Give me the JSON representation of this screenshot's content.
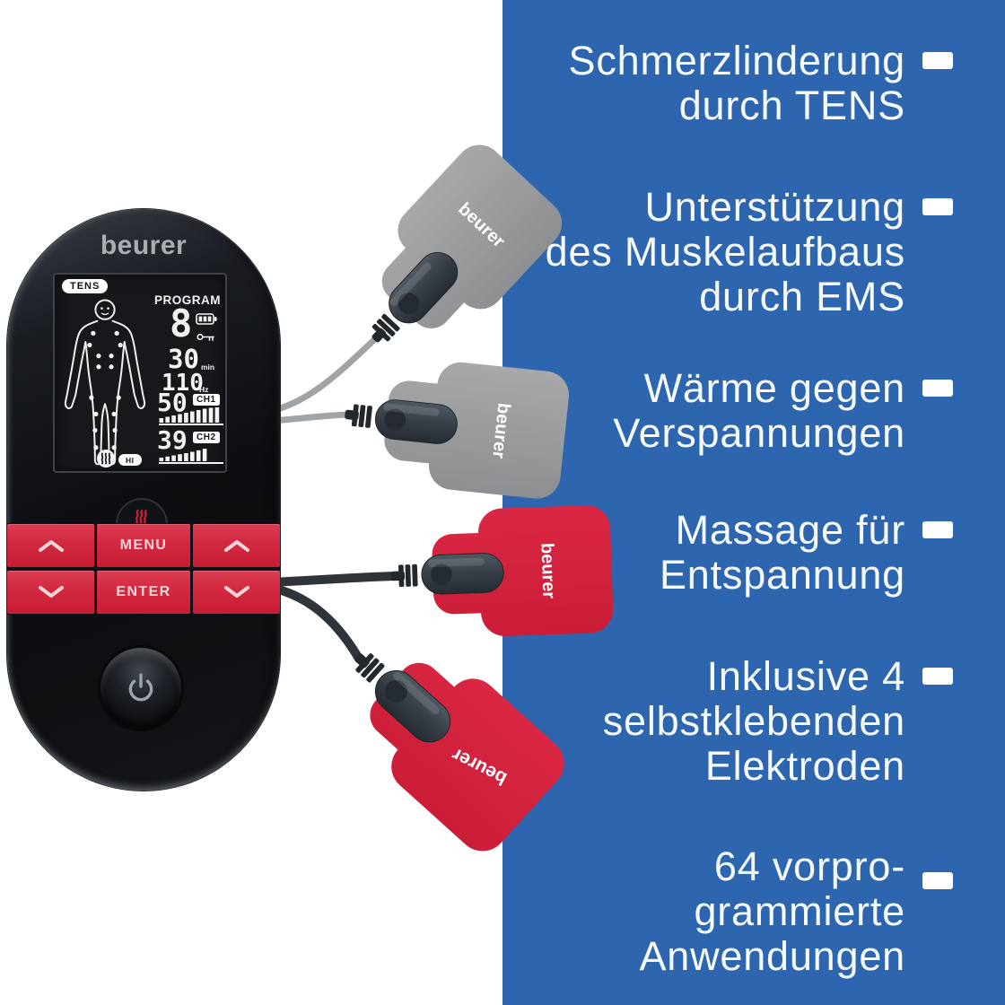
{
  "colors": {
    "panel_blue": "#2d66ae",
    "accent_red": "#d32840",
    "pad_red": "#d6213e",
    "pad_gray": "#9b9da0",
    "text_white": "#f7fafd"
  },
  "panel": {
    "features": [
      {
        "lines": [
          "Schmerzlinderung",
          "durch TENS"
        ]
      },
      {
        "lines": [
          "Unterstützung",
          "des Muskelaufbaus",
          "durch EMS"
        ]
      },
      {
        "lines": [
          "Wärme gegen",
          "Verspannungen"
        ]
      },
      {
        "lines": [
          "Massage für",
          "Entspannung"
        ]
      },
      {
        "lines": [
          "Inklusive 4",
          "selbstklebenden",
          "Elektroden"
        ]
      },
      {
        "lines": [
          "64 vorpro-",
          "grammierte",
          "Anwendungen"
        ]
      }
    ]
  },
  "device": {
    "logo": "beurer",
    "screen": {
      "mode_badge": "TENS",
      "program_label": "PROGRAM",
      "program_value": "8",
      "duration_value": "30",
      "duration_unit": "min",
      "frequency_value": "110",
      "frequency_unit": "Hz",
      "ch1_value": "50",
      "ch1_label": "CH1",
      "ch2_value": "39",
      "ch2_label": "CH2",
      "heat_level": "HI"
    },
    "buttons": {
      "menu": "MENU",
      "enter": "ENTER"
    }
  },
  "pads": {
    "brand": "beurer"
  },
  "icons": {
    "battery": "battery-icon",
    "key_lock": "key-lock-icon",
    "heat_waves": "heat-waves-icon",
    "heat_button_flame": "flame-icon",
    "power": "power-icon",
    "chevron_up": "chevron-up-icon",
    "chevron_down": "chevron-down-icon",
    "bullet": "dash-bullet"
  }
}
